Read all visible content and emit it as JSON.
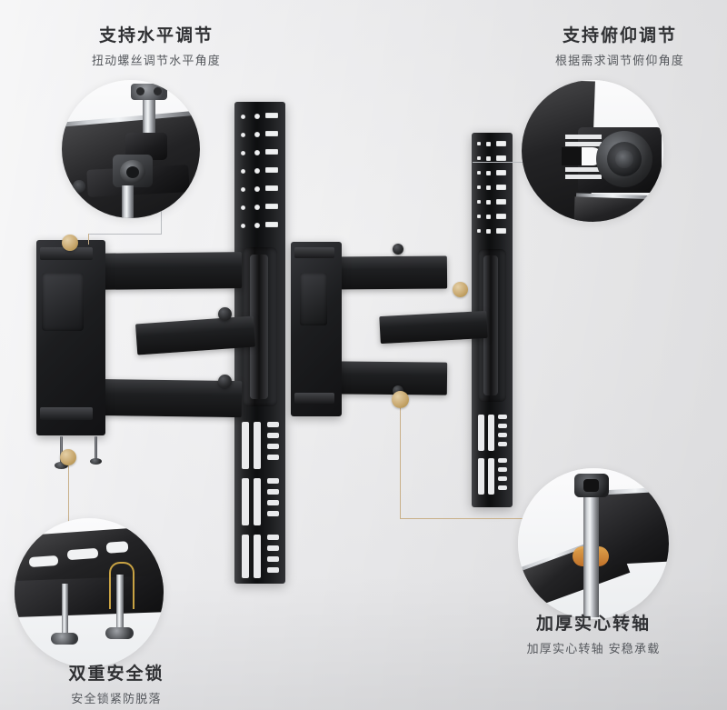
{
  "page": {
    "background_color": "#ececee",
    "product": "full-motion TV wall mount bracket",
    "accent_color": "#c8a86f",
    "title_color": "#2f3033",
    "subtitle_color": "#55585d"
  },
  "callouts": [
    {
      "id": "horizontal-adjust",
      "title": "支持水平调节",
      "subtitle": "扭动螺丝调节水平角度",
      "detail_photo": "adjustment-screw-closeup"
    },
    {
      "id": "tilt-adjust",
      "title": "支持俯仰调节",
      "subtitle": "根据需求调节俯仰角度",
      "detail_photo": "tilt-ratchet-closeup"
    },
    {
      "id": "double-safety-lock",
      "title": "双重安全锁",
      "subtitle": "安全锁紧防脱落",
      "detail_photo": "safety-lock-pins-closeup"
    },
    {
      "id": "thick-solid-pivot",
      "title": "加厚实心转轴",
      "subtitle": "加厚实心转轴 安稳承载",
      "detail_photo": "solid-pivot-shaft-closeup"
    }
  ]
}
